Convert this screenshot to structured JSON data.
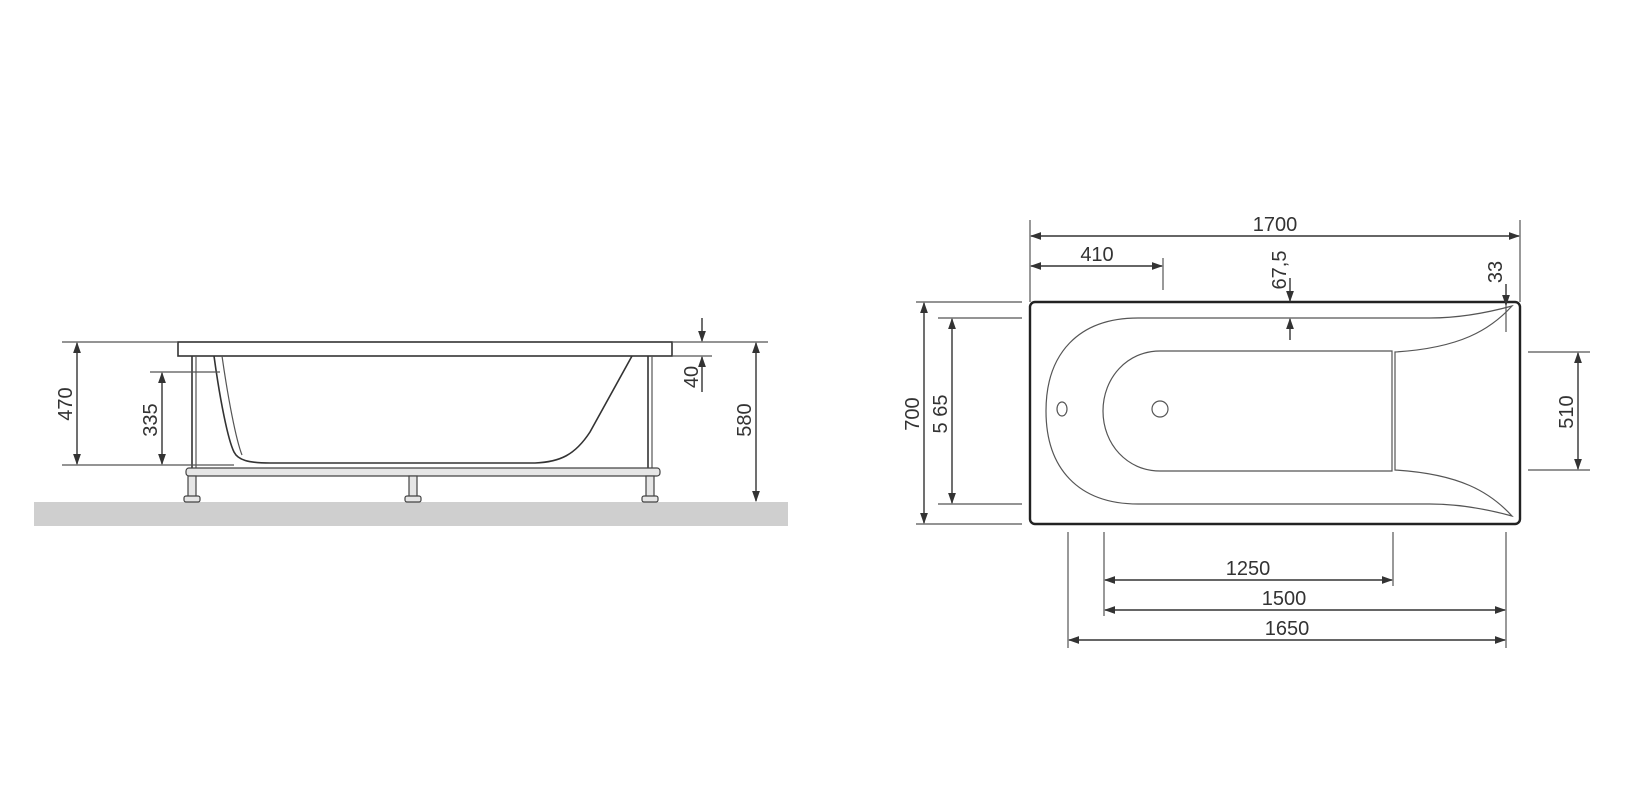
{
  "colors": {
    "line": "#333333",
    "floor": "#cfcfcf",
    "background": "#ffffff"
  },
  "side_view": {
    "dimensions": {
      "height_470": "470",
      "depth_335": "335",
      "rim_40": "40",
      "total_580": "580"
    }
  },
  "top_view": {
    "dimensions": {
      "length_1700": "1700",
      "offset_410": "410",
      "rim_67_5": "67,5",
      "rim_33": "33",
      "width_700": "700",
      "inner_565": "5 65",
      "head_510": "510",
      "bottom_1250": "1250",
      "inner_1500": "1500",
      "outer_1650": "1650"
    }
  }
}
